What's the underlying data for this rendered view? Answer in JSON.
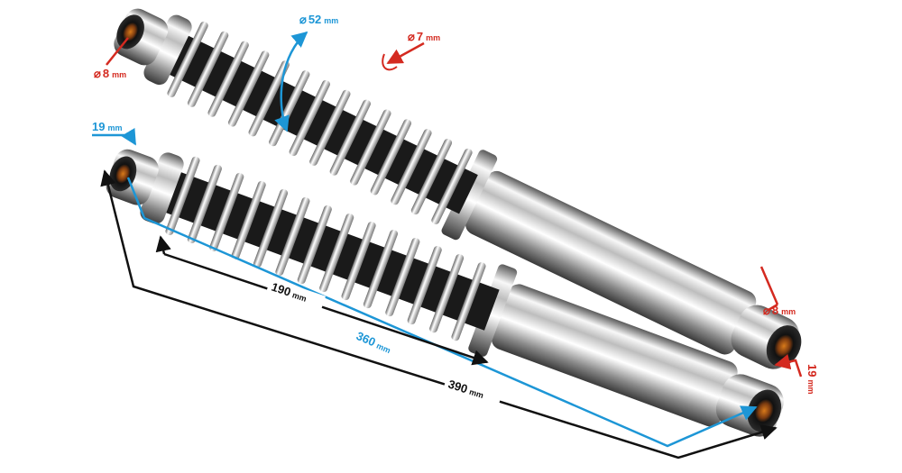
{
  "colors": {
    "red": "#d42a20",
    "blue": "#1d96d6",
    "black": "#111111",
    "chrome_light": "#f4f4f4",
    "chrome_mid": "#a8a8a8",
    "chrome_dark": "#444444",
    "rubber": "#1a1a1a"
  },
  "labels": {
    "top_eye_diameter": {
      "symbol": "⌀",
      "value": "8",
      "unit": "mm"
    },
    "spring_outer_diameter": {
      "symbol": "⌀",
      "value": "52",
      "unit": "mm"
    },
    "spring_wire_diameter": {
      "symbol": "⌀",
      "value": "7",
      "unit": "mm"
    },
    "top_eye_width": {
      "value": "19",
      "unit": "mm"
    },
    "bottom_eye_diameter": {
      "symbol": "⌀",
      "value": "8",
      "unit": "mm"
    },
    "bottom_eye_width": {
      "value": "19",
      "unit": "mm"
    },
    "spring_length": {
      "value": "190",
      "unit": "mm"
    },
    "eye_to_eye_length": {
      "value": "360",
      "unit": "mm"
    },
    "overall_length": {
      "value": "390",
      "unit": "mm"
    }
  }
}
